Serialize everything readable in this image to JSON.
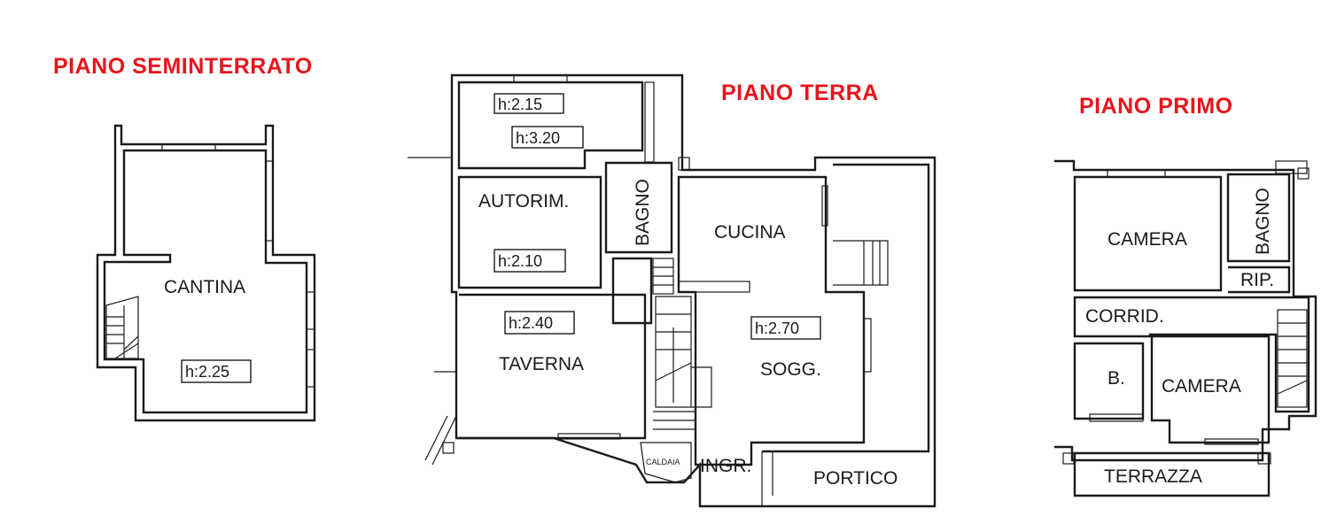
{
  "floors": {
    "seminterrato": {
      "title": "PIANO SEMINTERRATO",
      "rooms": {
        "cantina": "CANTINA"
      },
      "heights": {
        "cantina": "h:2.25"
      }
    },
    "terra": {
      "title": "PIANO TERRA",
      "rooms": {
        "autorim": "AUTORIM.",
        "bagno": "BAGNO",
        "cucina": "CUCINA",
        "taverna": "TAVERNA",
        "sogg": "SOGG.",
        "ingr": "INGR.",
        "portico": "PORTICO",
        "caldaia": "CALDAIA"
      },
      "heights": {
        "top1": "h:2.15",
        "top2": "h:3.20",
        "autorim": "h:2.10",
        "taverna": "h:2.40",
        "sogg": "h:2.70"
      }
    },
    "primo": {
      "title": "PIANO PRIMO",
      "rooms": {
        "camera1": "CAMERA",
        "bagno": "BAGNO",
        "rip": "RIP.",
        "corrid": "CORRID.",
        "b": "B.",
        "camera2": "CAMERA",
        "terrazza": "TERRAZZA"
      }
    }
  }
}
